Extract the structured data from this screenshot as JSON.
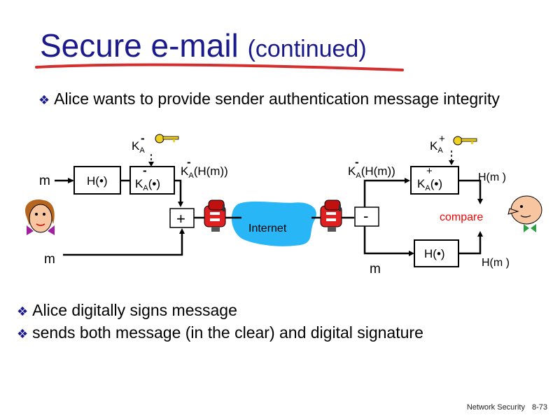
{
  "title": {
    "main": "Secure e-mail",
    "sub": "(continued)"
  },
  "bullet_top": "Alice wants to provide sender authentication message integrity",
  "bullets": [
    "Alice digitally signs message",
    "sends both message (in the clear) and digital signature"
  ],
  "diagram": {
    "m_top": "m",
    "m_bottom": "m",
    "m_recv": "m",
    "hash_box": "H(",
    "hash_box_recv": "H(",
    "k_private": "K",
    "k_public": "K",
    "key_sub": "A",
    "minus": "-",
    "plus": "+",
    "signed_label": "(H(m))",
    "internet": "Internet",
    "compare": "compare",
    "hm_top": "H(m )",
    "hm_bottom": "H(m )",
    "colors": {
      "compare": "#ff0000",
      "cloud": "#29b6f6",
      "title": "#1a1a8c",
      "underline": "#d32f2f",
      "key": "#f0d020"
    }
  },
  "footer": {
    "course": "Network Security",
    "page": "8-73"
  }
}
